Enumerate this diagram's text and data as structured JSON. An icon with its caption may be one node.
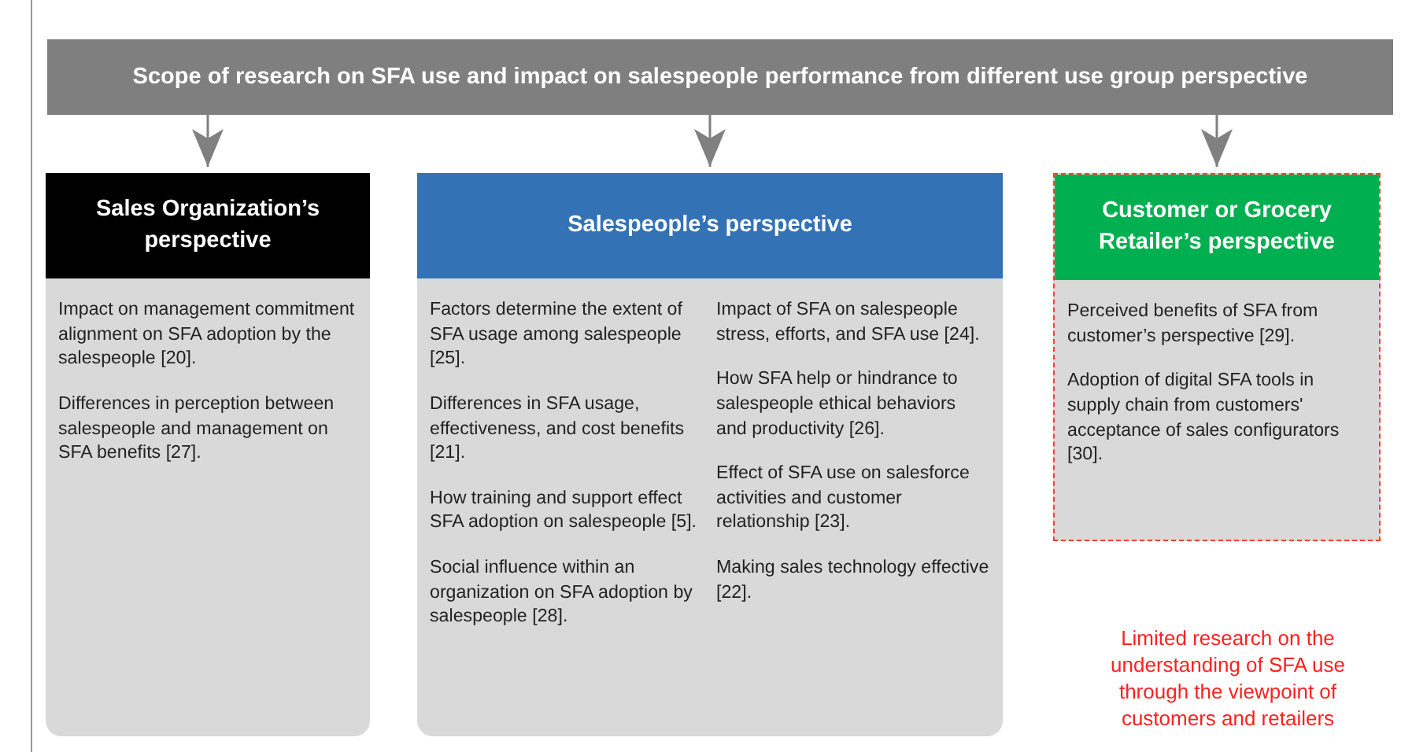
{
  "diagram": {
    "nodes": [
      {
        "text": [
          "Scope of research on SFA use and impact on salespeople performance from different use group perspective"
        ]
      },
      {
        "text": [
          "Sales Organization’s perspective",
          "Impact on management commitment alignment on SFA adoption by the salespeople [20].",
          "Differences in perception between salespeople and management on SFA benefits [27]."
        ]
      },
      {
        "text": [
          "Salespeople’s perspective",
          "Factors determine the extent of SFA usage among salespeople [25].",
          "Differences in SFA usage, effectiveness, and cost benefits [21].",
          "How training and support effect SFA adoption on salespeople [5].",
          "Social influence within an organization on SFA adoption by salespeople [28].",
          "Impact of SFA on salespeople stress, efforts, and SFA use [24].",
          "How SFA help or hindrance to salespeople ethical behaviors and productivity [26].",
          "Effect of SFA use on salesforce activities and customer relationship [23].",
          "Making sales technology effective [22]."
        ]
      },
      {
        "text": [
          "Customer or Grocery Retailer’s perspective",
          "Perceived benefits of SFA from customer’s perspective [29].",
          "Adoption of digital SFA tools in supply chain from customers' acceptance of sales configurators [30]."
        ]
      }
    ],
    "edges": [
      {
        "from": 0,
        "to": 1,
        "arrow": "to"
      },
      {
        "from": 0,
        "to": 2,
        "arrow": "to"
      },
      {
        "from": 0,
        "to": 3,
        "arrow": "to"
      }
    ],
    "labels": [
      "Limited research on the understanding of SFA use through the viewpoint of customers and retailers"
    ]
  }
}
